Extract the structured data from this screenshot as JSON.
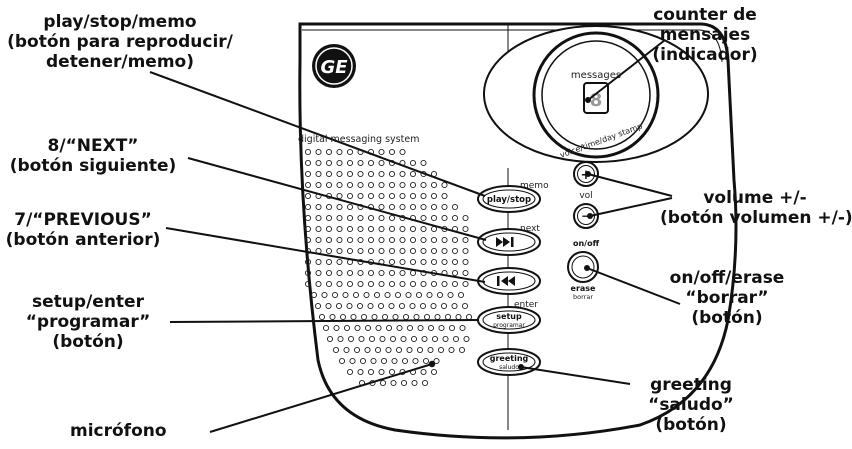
{
  "callouts": {
    "play_stop_memo": [
      "play/stop/memo",
      "(botón para reproducir/",
      "detener/memo)"
    ],
    "counter": [
      "counter de",
      "mensajes",
      "(indicador)"
    ],
    "next": [
      "8/“NEXT”",
      "(botón siguiente)"
    ],
    "previous": [
      "7/“PREVIOUS”",
      "(botón  anterior)"
    ],
    "volume": [
      "volume +/-",
      "(botón volumen +/-)"
    ],
    "on_off_erase": [
      "on/off/erase",
      "“borrar”",
      "(botón)"
    ],
    "setup_enter": [
      "setup/enter",
      "“programar”",
      "(botón)"
    ],
    "greeting": [
      "greeting",
      "“saludo”",
      "(botón)"
    ],
    "microphone": [
      "micrófono"
    ]
  },
  "device": {
    "logo": "GE",
    "system_label": "digital messaging system",
    "dial_top": "messages",
    "dial_bottom": "voice/time/day stamp",
    "counter_digit": "8",
    "memo_label": "memo",
    "play_stop_button": "play/stop",
    "next_label": "next",
    "next_icon": "next-track-icon",
    "prev_icon": "previous-track-icon",
    "enter_label": "enter",
    "setup_button": "setup",
    "setup_sub": "programar",
    "greeting_button": "greeting",
    "greeting_sub": "saludo",
    "vol_plus": "+",
    "vol_minus": "−",
    "vol_label": "vol",
    "on_off": "on/off",
    "erase": "erase",
    "borrar": "borrar"
  }
}
